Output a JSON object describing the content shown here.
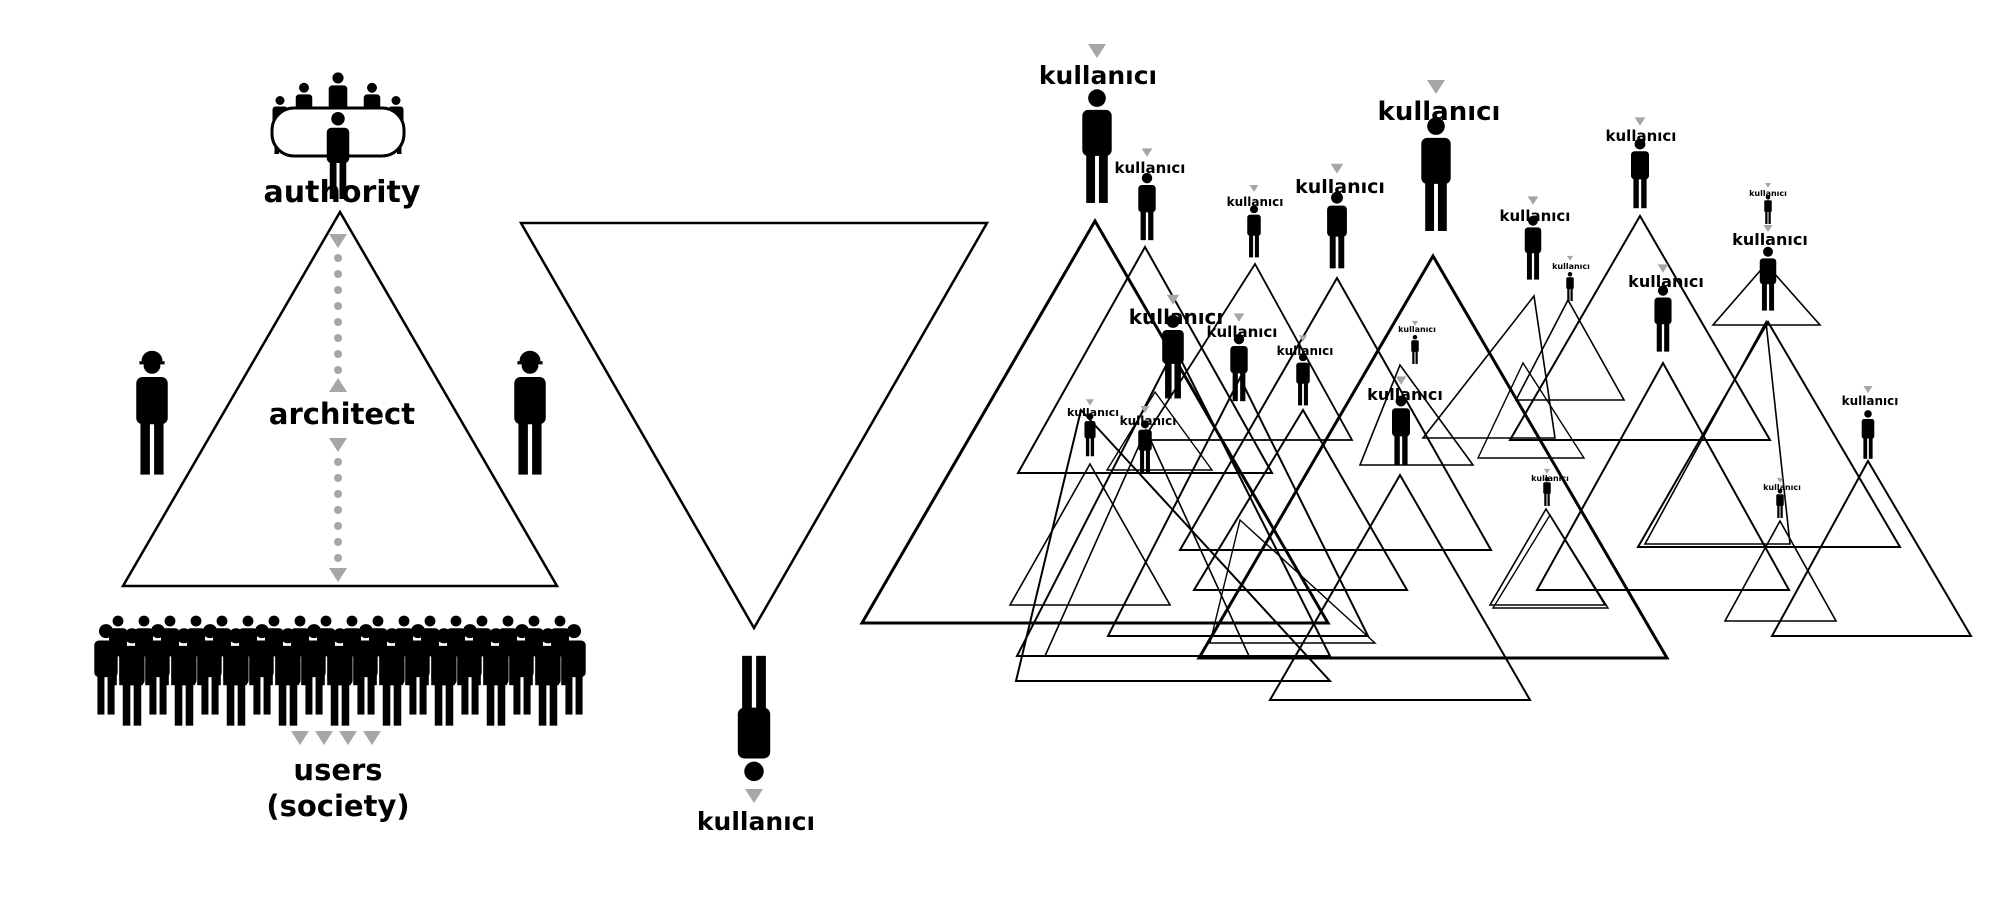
{
  "hierarchy": {
    "authority_label": "authority",
    "architect_label": "architect",
    "users_label": "users",
    "society_label": "(society)"
  },
  "inverted": {
    "user_label": "kullanıcı"
  },
  "network": {
    "user_label": "kullanıcı"
  },
  "colors": {
    "ink": "#000000",
    "arrow": "#a6a6a6",
    "background": "#ffffff"
  },
  "icons": [
    "meeting-table-icon",
    "person-icon",
    "hardhat-person-icon",
    "down-arrow-icon",
    "up-arrow-icon"
  ]
}
